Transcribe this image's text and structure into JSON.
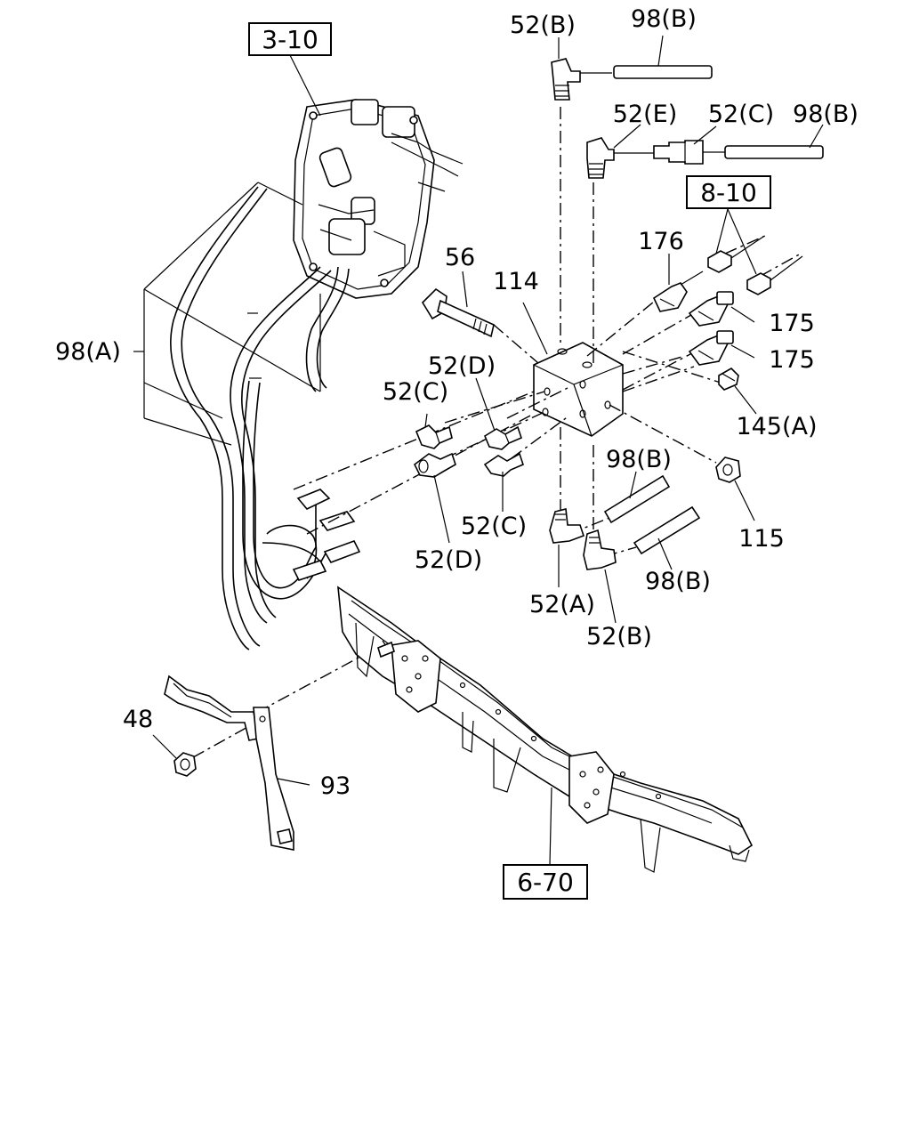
{
  "diagram": {
    "reference_boxes": {
      "ref_3_10": "3-10",
      "ref_8_10": "8-10",
      "ref_6_70": "6-70"
    },
    "callouts": {
      "c_52b_top": "52(B)",
      "c_98b_top": "98(B)",
      "c_52e": "52(E)",
      "c_52c_top": "52(C)",
      "c_98b_mid": "98(B)",
      "c_176": "176",
      "c_56": "56",
      "c_114": "114",
      "c_175_a": "175",
      "c_175_b": "175",
      "c_98a": "98(A)",
      "c_52d_top": "52(D)",
      "c_52c_left": "52(C)",
      "c_145a": "145(A)",
      "c_98b_right": "98(B)",
      "c_52c_low": "52(C)",
      "c_52d_low": "52(D)",
      "c_115": "115",
      "c_52a": "52(A)",
      "c_98b_low": "98(B)",
      "c_52b_low": "52(B)",
      "c_48": "48",
      "c_93": "93"
    }
  }
}
